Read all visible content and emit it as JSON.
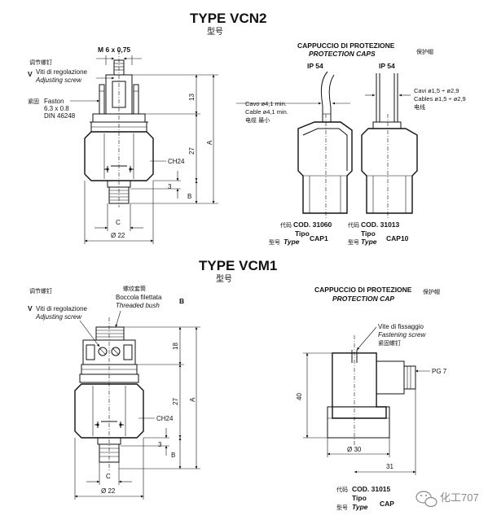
{
  "vcn2": {
    "title": "TYPE VCN2",
    "title_cn": "型号",
    "thread": "M 6 x 0,75",
    "adjust_cn": "调节螺钉",
    "adjust_v": "V",
    "adjust_it": "Viti di regolazione",
    "adjust_en": "Adjusting screw",
    "faston_cn": "紧固",
    "faston_1": "Faston",
    "faston_2": "6.3 x 0.8",
    "faston_3": "DIN 46248",
    "dim_13": "13",
    "dim_27": "27",
    "dim_3": "3",
    "dim_a": "A",
    "dim_b": "B",
    "dim_c": "C",
    "ch24": "CH24",
    "d22": "Ø 22"
  },
  "caps": {
    "title_it": "CAPPUCCIO DI PROTEZIONE",
    "title_en": "PROTECTION CAPS",
    "title_cn": "保护帽",
    "ip1": "IP 54",
    "ip2": "IP 54",
    "cavo_it": "Cavo ø4,1 min.",
    "cavo_en": "Cable ø4,1 min.",
    "cavo_cn": "电缆      最小",
    "cavi_it": "Cavi     ø1,5 ÷ ø2,9",
    "cavi_en": "Cables ø1,5 ÷ ø2,9",
    "cavi_cn": "电线",
    "cap1_code_cn": "代码",
    "cap1_code": "COD. 31060",
    "cap1_tipo": "Tipo",
    "cap1_type_cn": "型号",
    "cap1_type": "Type",
    "cap1_name": "CAP1",
    "cap10_code_cn": "代码",
    "cap10_code": "COD. 31013",
    "cap10_tipo": "Tipo",
    "cap10_type_cn": "型号",
    "cap10_type": "Type",
    "cap10_name": "CAP10"
  },
  "vcm1": {
    "title": "TYPE VCM1",
    "title_cn": "型号",
    "bush_cn": "螺纹套筒",
    "bush_it": "Boccola filettata",
    "bush_en": "Threaded bush",
    "bush_b": "B",
    "adjust_cn": "调节螺钉",
    "adjust_v": "V",
    "adjust_it": "Viti di regolazione",
    "adjust_en": "Adjusting screw",
    "dim_18": "18",
    "dim_27": "27",
    "dim_3": "3",
    "dim_a": "A",
    "dim_b": "B",
    "dim_c": "C",
    "ch24": "CH24",
    "d22": "Ø 22"
  },
  "cap2": {
    "title_it": "CAPPUCCIO DI PROTEZIONE",
    "title_en": "PROTECTION CAP",
    "title_cn": "保护帽",
    "screw_it": "Vite di fissaggio",
    "screw_en": "Fastening screw",
    "screw_cn": "紧固螺钉",
    "pg7": "PG 7",
    "dim_40": "40",
    "d30": "Ø 30",
    "dim_31": "31",
    "code_cn": "代码",
    "code": "COD. 31015",
    "tipo": "Tipo",
    "type_cn": "型号",
    "type": "Type",
    "name": "CAP"
  },
  "watermark": {
    "text": "化工707",
    "icon": "wechat-icon"
  }
}
